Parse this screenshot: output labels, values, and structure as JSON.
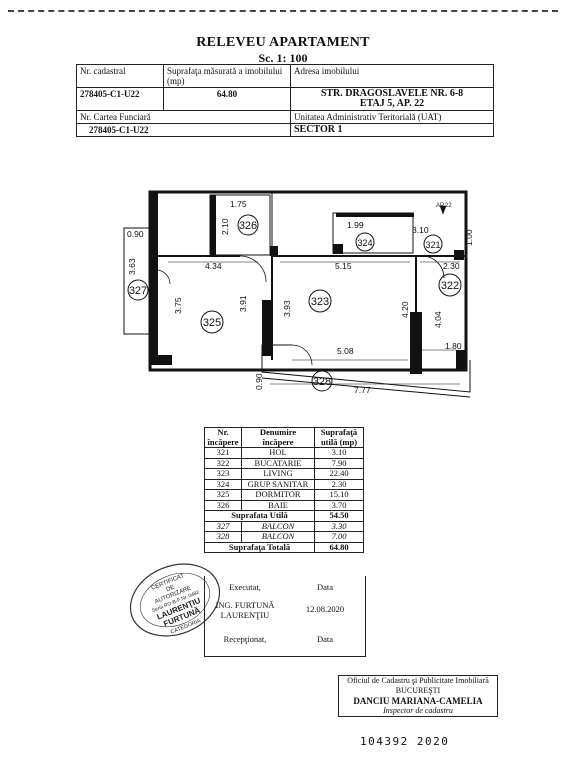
{
  "header": {
    "title": "RELEVEU APARTAMENT",
    "scale": "Sc. 1: 100"
  },
  "info": {
    "cadastral_label": "Nr. cadastral",
    "surface_label": "Suprafaţa măsurată a imobilului (mp)",
    "address_label": "Adresa imobilului",
    "cadastral_value": "278405-C1-U22",
    "surface_value": "64.80",
    "address_line1": "STR. DRAGOSLAVELE  NR. 6-8",
    "address_line2": "ETAJ 5, AP. 22",
    "cf_label": "Nr. Cartea Funciară",
    "uat_label": "Unitatea Administrativ Teritorială (UAT)",
    "cf_value": "278405-C1-U22",
    "uat_value": "SECTOR 1"
  },
  "plan": {
    "dims": {
      "d175": "1.75",
      "d210": "2.10",
      "d090": "0.90",
      "d434": "4.34",
      "d363": "3.63",
      "d375": "3.75",
      "d391": "3.91",
      "d515": "5.15",
      "d393": "3.93",
      "d420": "4.20",
      "d199": "1.99",
      "d310": "3.10",
      "d100": "1.00",
      "d230": "2.30",
      "d404": "4.04",
      "d508": "5.08",
      "d180": "1.80",
      "d090b": "0.90",
      "d777": "7.77"
    },
    "rooms": {
      "r326": "326",
      "r327": "327",
      "r325": "325",
      "r323": "323",
      "r324": "324",
      "r321": "321",
      "r322": "322",
      "r328": "328"
    },
    "entry": "AP.22"
  },
  "rooms_table": {
    "h1": "Nr. încăpere",
    "h2": "Denumire încăpere",
    "h3": "Suprafaţă utilă (mp)",
    "rows": [
      {
        "nr": "321",
        "name": "HOL",
        "area": "3.10"
      },
      {
        "nr": "322",
        "name": "BUCATARIE",
        "area": "7.90"
      },
      {
        "nr": "323",
        "name": "LIVING",
        "area": "22.40"
      },
      {
        "nr": "324",
        "name": "GRUP SANITAR",
        "area": "2.30"
      },
      {
        "nr": "325",
        "name": "DORMITOR",
        "area": "15.10"
      },
      {
        "nr": "326",
        "name": "BAIE",
        "area": "3.70"
      }
    ],
    "util_label": "Suprafata Utilă",
    "util_value": "54.50",
    "balc": [
      {
        "nr": "327",
        "name": "BALCON",
        "area": "3.30"
      },
      {
        "nr": "328",
        "name": "BALCON",
        "area": "7.00"
      }
    ],
    "total_label": "Suprafaţa Totală",
    "total_value": "64.80"
  },
  "signatures": {
    "exec": "Executat,",
    "data1": "Data",
    "engineer1": "ING. FURTUNĂ",
    "engineer2": "LAURENŢIU",
    "date": "12.08.2020",
    "recep": "Recepţionat,",
    "data2": "Data"
  },
  "stamp1": {
    "l1": "CERTIFICAT",
    "l2": "DE",
    "l3": "AUTORIZARE",
    "l4": "Seria RO-B-F Nr. 0482",
    "l5": "LAURENŢIU",
    "l6": "FURTUNĂ",
    "l7": "CATEGORIA"
  },
  "stamp2": {
    "l1": "Oficiul de Cadastru şi Publicitate Imobiliară",
    "l2": "BUCUREŞTI",
    "l3": "DANCIU MARIANA-CAMELIA",
    "l4": "Inspector de cadastru"
  },
  "footer_number": "104392 2020"
}
